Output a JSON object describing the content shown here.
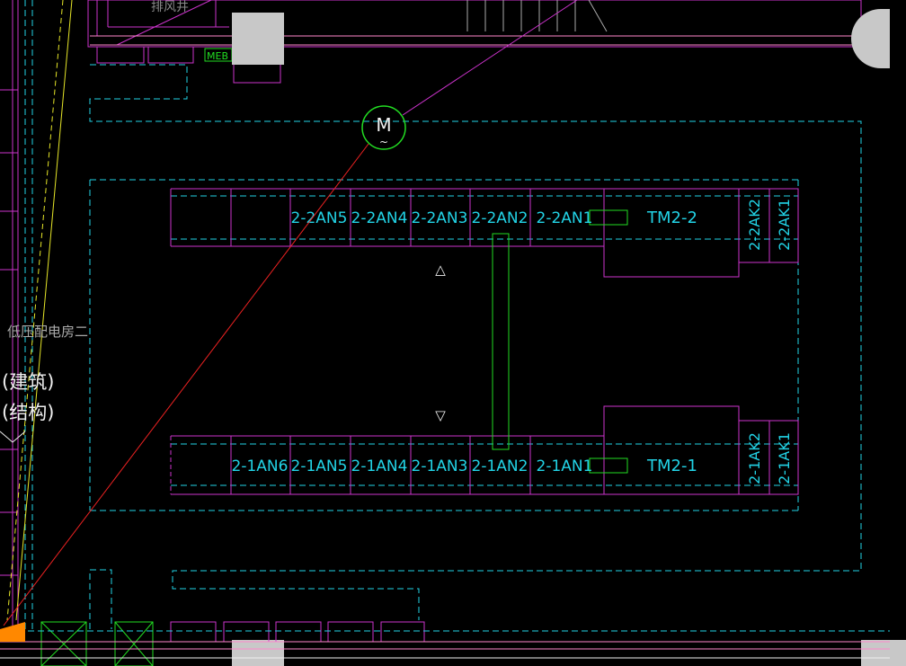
{
  "colors": {
    "background": "#000000",
    "cyan": "#22d3e6",
    "magenta": "#cc33cc",
    "green": "#22dd22",
    "red": "#ee2222",
    "yellow": "#e6e628",
    "grey": "#c8c8c8",
    "pink": "#ff88cc",
    "white": "#f0f0f0",
    "orange": "#ff8800"
  },
  "labels": {
    "exhaust_shaft": "排风井",
    "meb": "MEB",
    "motor": "M",
    "motor_sub": "~",
    "room_name": "低压配电房二",
    "tag_architecture": "(建筑)",
    "tag_structure": "(结构)"
  },
  "top_row": {
    "panels": [
      "2-2AN5",
      "2-2AN4",
      "2-2AN3",
      "2-2AN2",
      "2-2AN1"
    ],
    "transformer": "TM2-2",
    "side_panels": [
      "2-2AK2",
      "2-2AK1"
    ]
  },
  "bottom_row": {
    "panels": [
      "2-1AN6",
      "2-1AN5",
      "2-1AN4",
      "2-1AN3",
      "2-1AN2",
      "2-1AN1"
    ],
    "transformer": "TM2-1",
    "side_panels": [
      "2-1AK2",
      "2-1AK1"
    ]
  },
  "markers": {
    "up_arrow": "△",
    "down_arrow": "▽"
  }
}
